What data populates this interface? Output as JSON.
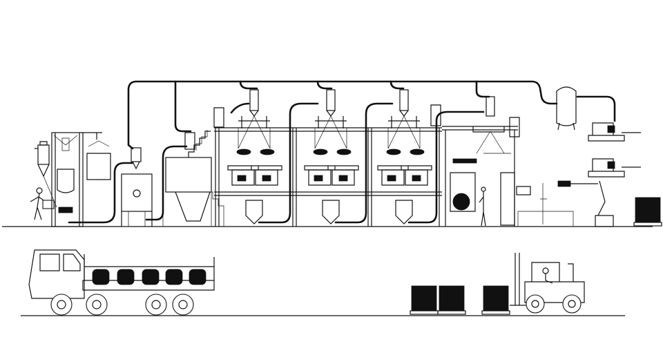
{
  "diagram": {
    "type": "process-line-drawing",
    "line_color": "#111111",
    "background": "#ffffff",
    "components": [
      "operator-with-bag-dump-station",
      "big-bag-discharge-frame",
      "vacuum-conveyor-to-mixer",
      "stair-platform-hopper",
      "processing-module-1",
      "processing-module-2",
      "processing-module-3",
      "big-bag-filling-station",
      "air-receiver-tank",
      "palletizing-robots",
      "pallet-stack",
      "truck-with-big-bags",
      "pallet-rows",
      "forklift"
    ]
  }
}
